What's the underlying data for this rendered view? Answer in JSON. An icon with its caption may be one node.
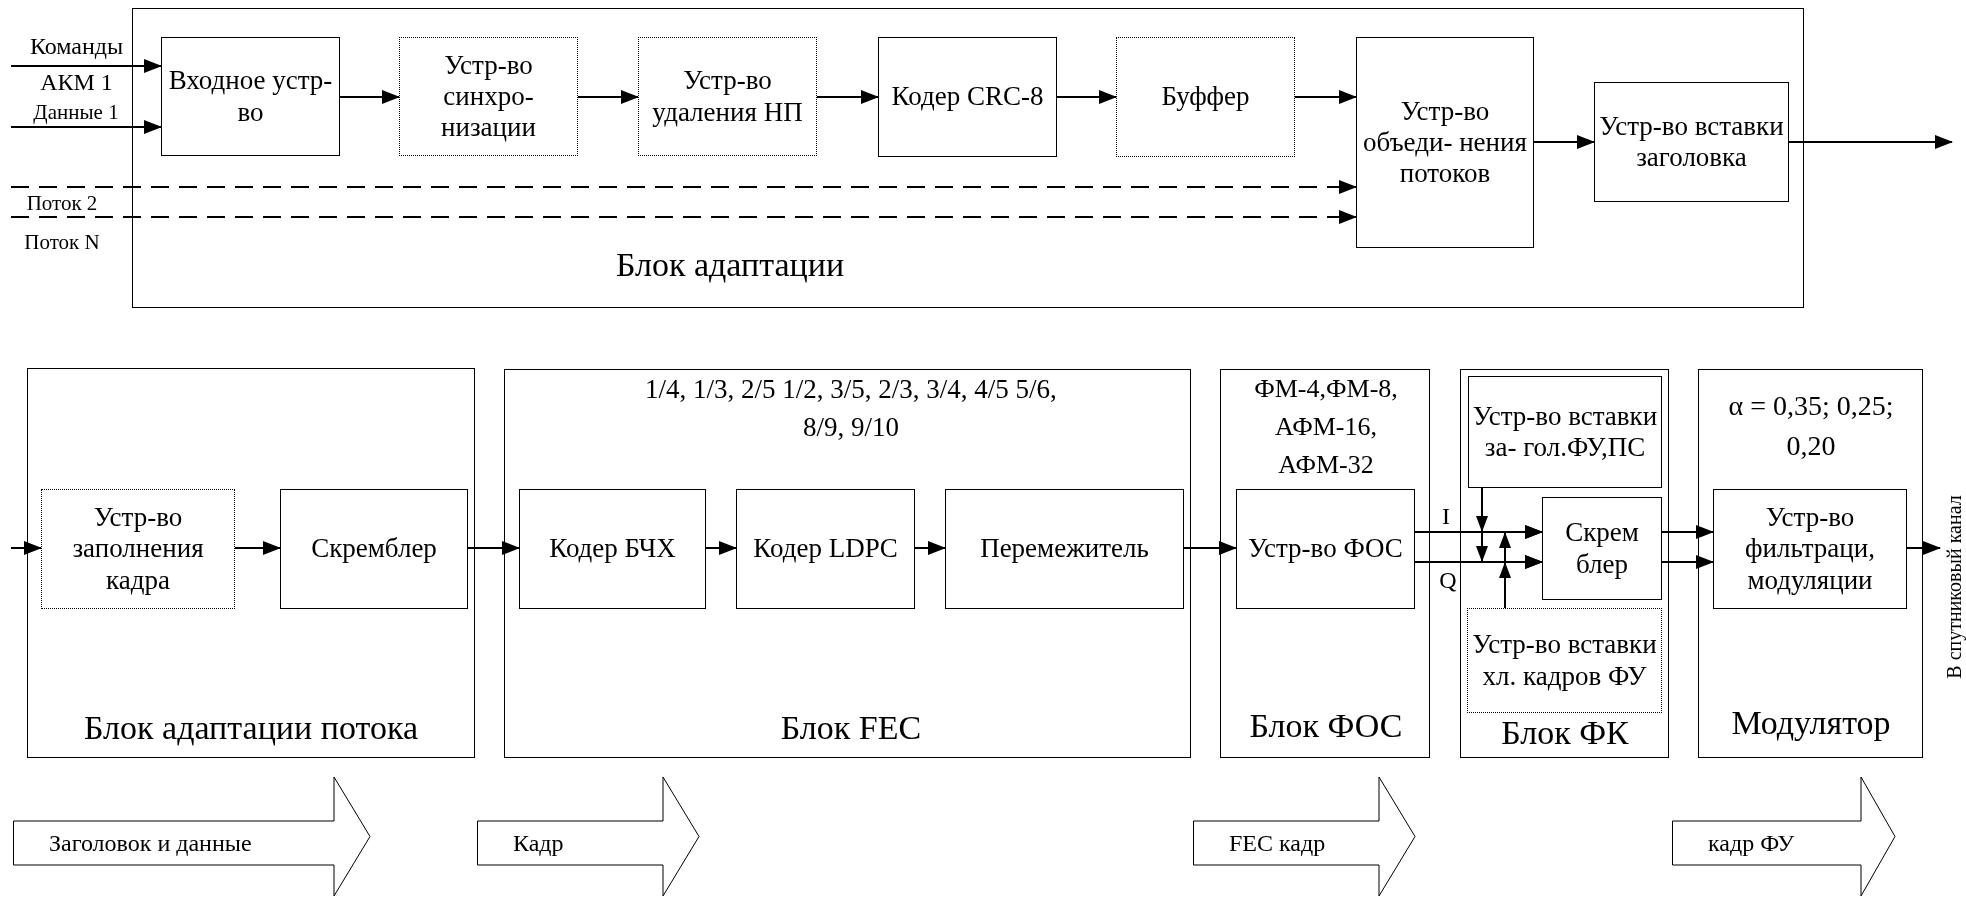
{
  "diagram": {
    "nodes": [
      {
        "text": [
          "Блок адаптации"
        ]
      },
      {
        "text": [
          "Входное устр-во"
        ],
        "in": 0
      },
      {
        "text": [
          "Устр-во синхро- низации"
        ],
        "in": 0
      },
      {
        "text": [
          "Устр-во удаления НП"
        ],
        "in": 0
      },
      {
        "text": [
          "Кодер CRC-8"
        ],
        "in": 0
      },
      {
        "text": [
          "Буффер"
        ],
        "in": 0
      },
      {
        "text": [
          "Устр-во объеди- нения потоков"
        ],
        "in": 0
      },
      {
        "text": [
          "Устр-во вставки заголовка"
        ],
        "in": 0
      },
      {
        "text": [
          "Блок адаптации потока"
        ]
      },
      {
        "text": [
          "Устр-во заполнения кадра"
        ],
        "in": 8
      },
      {
        "text": [
          "Скремблер"
        ],
        "in": 8
      },
      {
        "text": [
          "1/4, 1/3, 2/5 1/2, 3/5, 2/3, 3/4, 4/5 5/6, 8/9, 9/10",
          "Блок FEC"
        ]
      },
      {
        "text": [
          "Кодер БЧХ"
        ],
        "in": 11
      },
      {
        "text": [
          "Кодер LDPC"
        ],
        "in": 11
      },
      {
        "text": [
          "Перемежитель"
        ],
        "in": 11
      },
      {
        "text": [
          "ФМ-4,ФМ-8, АФМ-16, АФМ-32",
          "Блок ФОС"
        ]
      },
      {
        "text": [
          "Устр-во ФОС"
        ],
        "in": 15
      },
      {
        "text": [
          "Блок ФК"
        ]
      },
      {
        "text": [
          "Устр-во вставки за- гол.ФУ,ПС"
        ],
        "in": 17
      },
      {
        "text": [
          "Скрем блер"
        ],
        "in": 17
      },
      {
        "text": [
          "Устр-во вставки хл. кадров ФУ"
        ],
        "in": 17
      },
      {
        "text": [
          "α = 0,35; 0,25; 0,20",
          "Модулятор"
        ]
      },
      {
        "text": [
          "Устр-во фильтраци, модуляции"
        ],
        "in": 21
      },
      {
        "text": [
          "Заголовок и данные"
        ]
      },
      {
        "text": [
          "Кадр"
        ]
      },
      {
        "text": [
          "FEC кадр"
        ]
      },
      {
        "text": [
          "кадр ФУ"
        ]
      }
    ],
    "edges": [
      {
        "from": null,
        "to": 1,
        "arrow": "to",
        "label": "Команды АКМ 1"
      },
      {
        "from": null,
        "to": 1,
        "arrow": "to",
        "label": "Данные 1"
      },
      {
        "from": 1,
        "to": 2,
        "arrow": "to"
      },
      {
        "from": 2,
        "to": 3,
        "arrow": "to"
      },
      {
        "from": 3,
        "to": 4,
        "arrow": "to"
      },
      {
        "from": 4,
        "to": 5,
        "arrow": "to"
      },
      {
        "from": 5,
        "to": 6,
        "arrow": "to"
      },
      {
        "from": null,
        "to": 6,
        "arrow": "to",
        "label": "Поток 2",
        "style": "dashed"
      },
      {
        "from": null,
        "to": 6,
        "arrow": "to",
        "label": "Поток N",
        "style": "dashed"
      },
      {
        "from": 6,
        "to": 7,
        "arrow": "to"
      },
      {
        "from": 7,
        "to": null,
        "arrow": "to"
      },
      {
        "from": null,
        "to": 9,
        "arrow": "to"
      },
      {
        "from": 9,
        "to": 10,
        "arrow": "to"
      },
      {
        "from": 10,
        "to": 12,
        "arrow": "to"
      },
      {
        "from": 12,
        "to": 13,
        "arrow": "to"
      },
      {
        "from": 13,
        "to": 14,
        "arrow": "to"
      },
      {
        "from": 14,
        "to": 16,
        "arrow": "to"
      },
      {
        "from": 16,
        "to": 19,
        "arrow": "to",
        "label": "I"
      },
      {
        "from": 16,
        "to": 19,
        "arrow": "to",
        "label": "Q"
      },
      {
        "from": 18,
        "to": 19,
        "arrow": "to"
      },
      {
        "from": 20,
        "to": 19,
        "arrow": "to"
      },
      {
        "from": 19,
        "to": 22,
        "arrow": "to"
      },
      {
        "from": 19,
        "to": 22,
        "arrow": "to"
      },
      {
        "from": 22,
        "to": null,
        "arrow": "to",
        "label": "В спутниковый канал"
      }
    ]
  }
}
